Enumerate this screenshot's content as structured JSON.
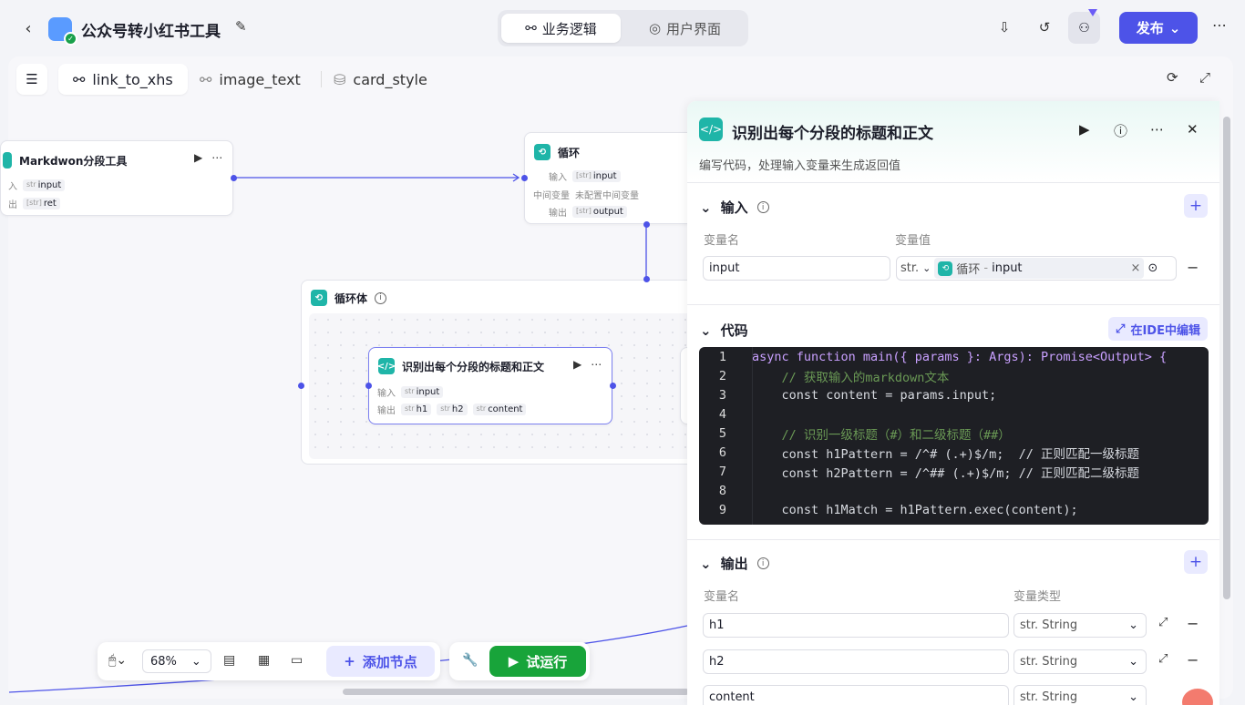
{
  "header": {
    "app_title": "公众号转小红书工具",
    "seg_business": "业务逻辑",
    "seg_ui": "用户界面",
    "publish": "发布"
  },
  "workflow_tabs": [
    "link_to_xhs",
    "image_text",
    "card_style"
  ],
  "nodes": {
    "markdown": {
      "title": "Markdwon分段工具",
      "in_label": "入",
      "in_type": "str",
      "in_value": "input",
      "out_label": "出",
      "out_type": "[str]",
      "out_value": "ret"
    },
    "loop": {
      "title": "循环",
      "in_label": "输入",
      "in_type": "[str]",
      "in_value": "input",
      "mid_label": "中间变量",
      "mid_value": "未配置中间变量",
      "out_label": "输出",
      "out_type": "[str]",
      "out_value": "output"
    },
    "loop_body": {
      "title": "循环体"
    },
    "code_node": {
      "title": "识别出每个分段的标题和正文",
      "in_label": "输入",
      "in_type": "str",
      "in_value": "input",
      "out_label": "输出",
      "outs": [
        {
          "type": "str",
          "value": "h1"
        },
        {
          "type": "str",
          "value": "h2"
        },
        {
          "type": "str",
          "value": "content"
        }
      ]
    }
  },
  "toolbar": {
    "zoom": "68%",
    "add_node": "添加节点",
    "trial_run": "试运行"
  },
  "panel": {
    "title": "识别出每个分段的标题和正文",
    "desc": "编写代码，处理输入变量来生成返回值",
    "input_section": "输入",
    "col_var_name": "变量名",
    "col_var_value": "变量值",
    "input_name": "input",
    "input_type": "str.",
    "input_ref_node": "循环",
    "input_ref_sep": "-",
    "input_ref_var": "input",
    "code_section": "代码",
    "ide_btn": "在IDE中编辑",
    "code_lines": [
      {
        "n": "1",
        "text": "async function main({ params }: Args): Promise<Output> {",
        "kind": "kw"
      },
      {
        "n": "2",
        "text": "    // 获取输入的markdown文本",
        "kind": "cm"
      },
      {
        "n": "3",
        "text": "    const content = params.input;",
        "kind": "plain"
      },
      {
        "n": "4",
        "text": "",
        "kind": "plain"
      },
      {
        "n": "5",
        "text": "    // 识别一级标题（#）和二级标题（##）",
        "kind": "cm"
      },
      {
        "n": "6",
        "text": "    const h1Pattern = /^# (.+)$/m;  // 正则匹配一级标题",
        "kind": "plain"
      },
      {
        "n": "7",
        "text": "    const h2Pattern = /^## (.+)$/m; // 正则匹配二级标题",
        "kind": "plain"
      },
      {
        "n": "8",
        "text": "",
        "kind": "plain"
      },
      {
        "n": "9",
        "text": "    const h1Match = h1Pattern.exec(content);",
        "kind": "plain"
      }
    ],
    "output_section": "输出",
    "col_var_type": "变量类型",
    "outputs": [
      {
        "name": "h1",
        "type": "str. String"
      },
      {
        "name": "h2",
        "type": "str. String"
      },
      {
        "name": "content",
        "type": "str. String"
      }
    ]
  }
}
